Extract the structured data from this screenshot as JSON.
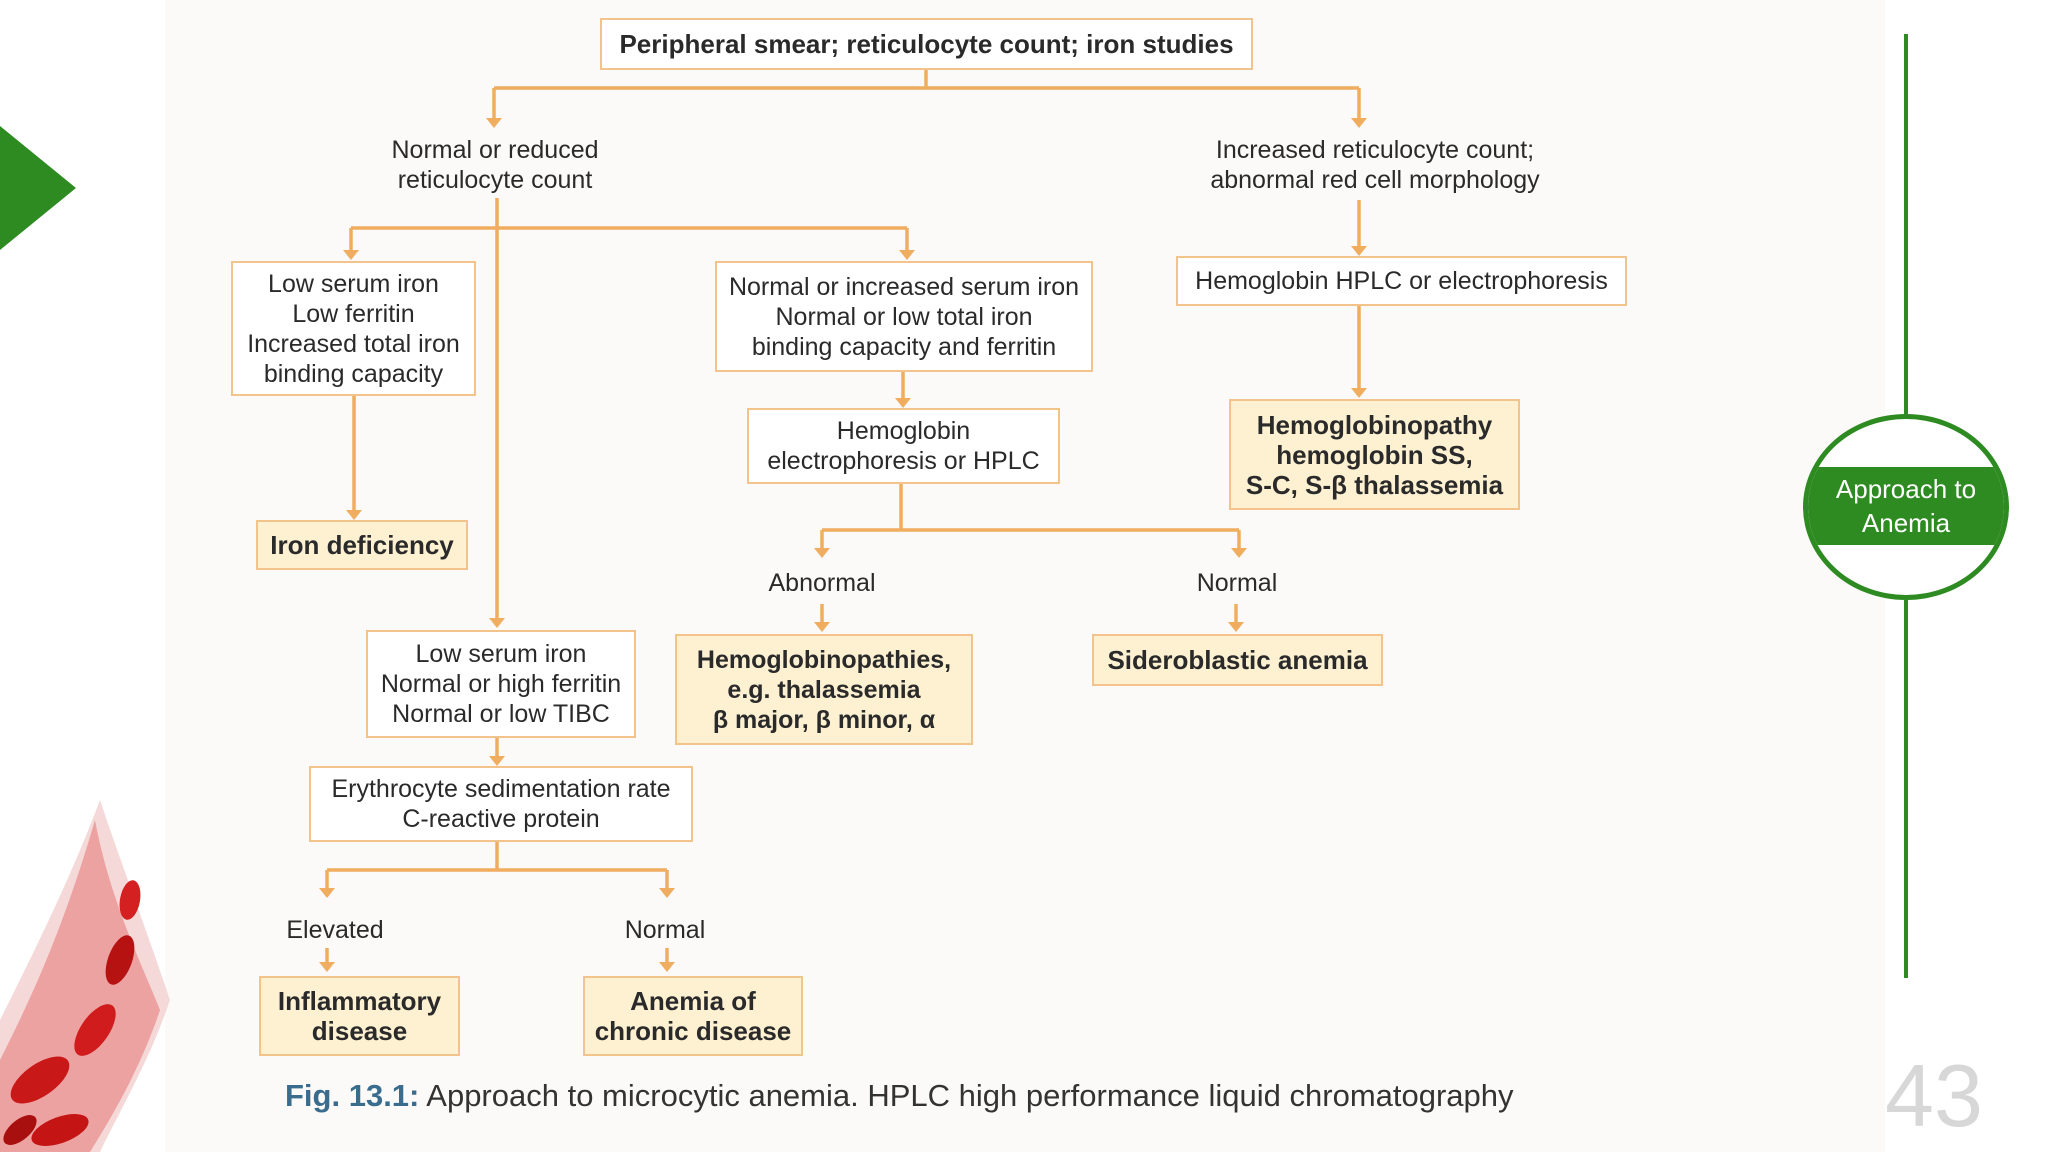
{
  "diagram": {
    "root": "Peripheral smear; reticulocyte count; iron studies",
    "left_branch_label": "Normal or reduced\nreticulocyte count",
    "right_branch_label": "Increased reticulocyte count;\nabnormal red cell morphology",
    "low_iron_box": "Low serum iron\nLow ferritin\nIncreased total iron\nbinding capacity",
    "iron_deficiency": "Iron deficiency",
    "normal_iron_box": "Normal or increased serum iron\nNormal or low total iron\nbinding capacity and ferritin",
    "hb_electrophoresis_box": "Hemoglobin\nelectrophoresis or HPLC",
    "abnormal_label": "Abnormal",
    "normal_label_mid": "Normal",
    "hemoglobinopathies_box": "Hemoglobinopathies,\ne.g. thalassemia\nβ major, β minor, α",
    "sideroblastic": "Sideroblastic anemia",
    "hplc_box": "Hemoglobin HPLC or electrophoresis",
    "hemoglobinopathy_ss": "Hemoglobinopathy\nhemoglobin SS,\nS-C, S-β thalassemia",
    "low_iron_high_ferritin_box": "Low serum iron\nNormal or high ferritin\nNormal or low TIBC",
    "esr_box": "Erythrocyte sedimentation rate\nC-reactive protein",
    "elevated_label": "Elevated",
    "normal_label_bottom": "Normal",
    "inflammatory": "Inflammatory\ndisease",
    "chronic_disease": "Anemia of\nchronic disease"
  },
  "caption": {
    "fig": "Fig. 13.1:",
    "text": " Approach to microcytic anemia. HPLC high performance liquid chromatography"
  },
  "sidebar": {
    "badge": "Approach to\nAnemia"
  },
  "page_number": "43",
  "colors": {
    "accent_green": "#2e8b22",
    "arrow_orange": "#f0ad5f",
    "box_border": "#f2c48b",
    "result_fill": "#fdf1d2"
  }
}
